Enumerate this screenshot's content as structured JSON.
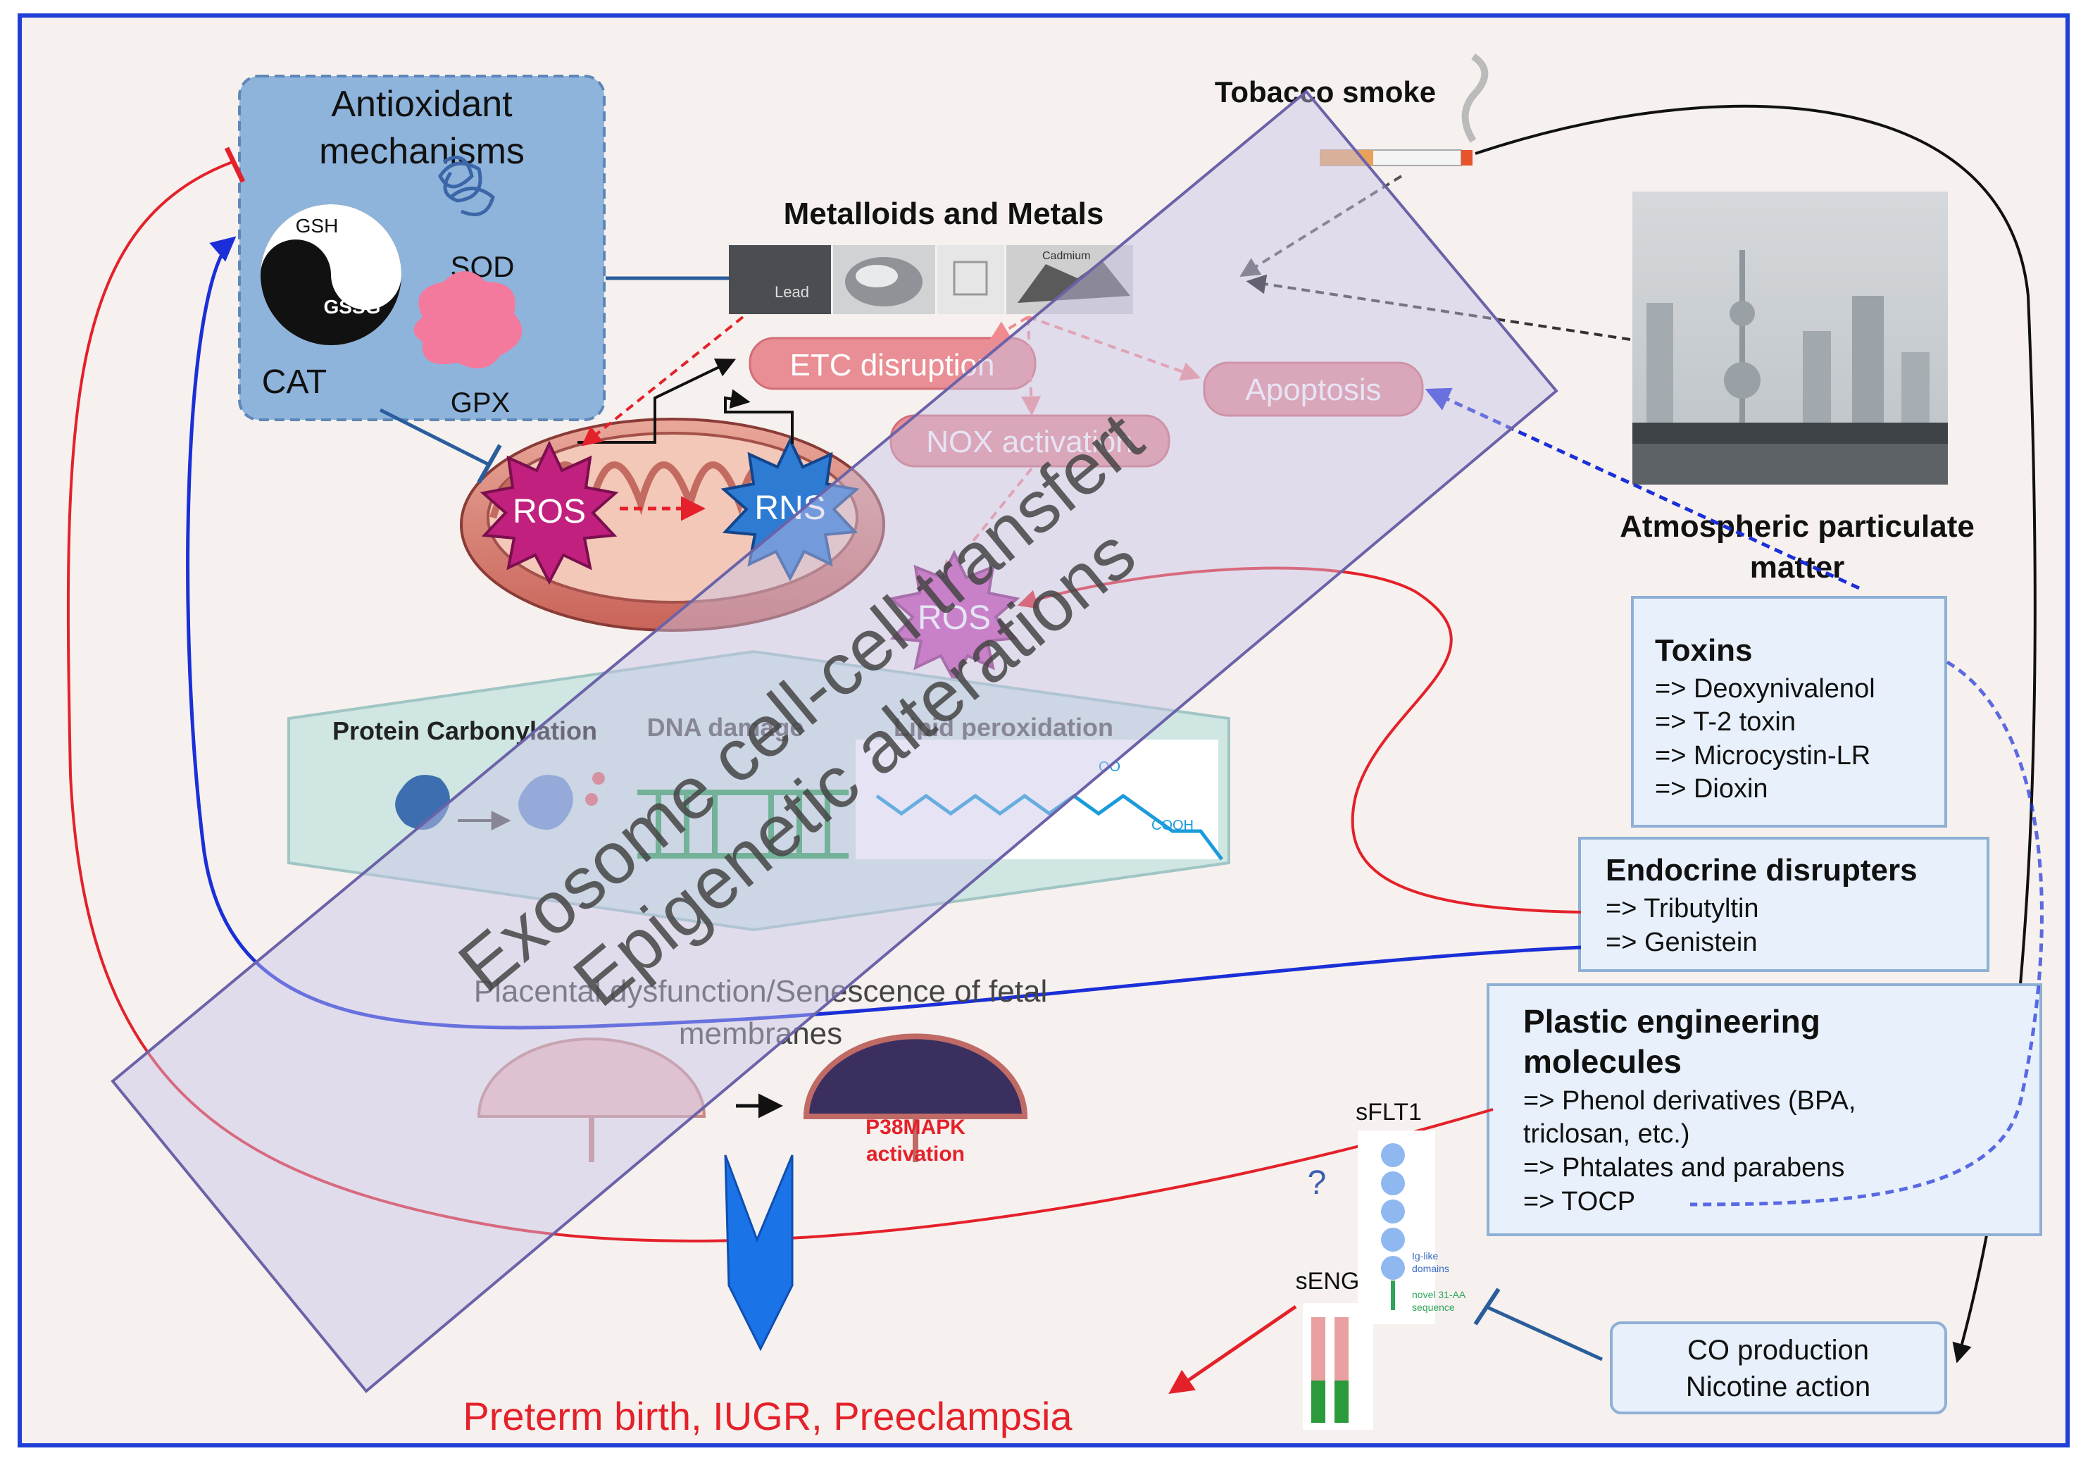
{
  "colors": {
    "frame_blue": "#1f3fd6",
    "panel_bg": "#f6f1ee",
    "antioxidant_box": "#8eb4dc",
    "pink_label": "#e98e94",
    "red_text": "#e4212a",
    "dark_red_arrow": "#d9141c",
    "blue_arrow": "#1b2fd8",
    "toxin_box": "#e8f0fb",
    "hex_bg": "#cfe6e2",
    "diag_band": "#c8c3e6"
  },
  "antioxidant": {
    "title_line1": "Antioxidant",
    "title_line2": "mechanisms",
    "gsh": "GSH",
    "gssg": "GSSG",
    "sod": "SOD",
    "cat": "CAT",
    "gpx": "GPX"
  },
  "tobacco": {
    "label": "Tobacco smoke"
  },
  "metals": {
    "title": "Metalloids and Metals",
    "lead_label": "Lead",
    "cadmium_label": "Cadmium",
    "sample_icons": [
      "lead-sample-icon",
      "mercury-sample-icon",
      "arsenic-sample-icon",
      "cadmium-sample-icon"
    ]
  },
  "boxes": {
    "etc": "ETC disruption",
    "nox": "NOX activation",
    "apoptosis": "Apoptosis"
  },
  "mito": {
    "ros": "ROS",
    "rns": "RNS"
  },
  "ros2": "ROS",
  "atmospheric": {
    "line1": "Atmospheric particulate",
    "line2": "matter"
  },
  "damage": {
    "protein": "Protein Carbonylation",
    "dna": "DNA damage",
    "lipid": "Lipid peroxidation",
    "cooh": "COOH",
    "oo": "OO"
  },
  "band": {
    "line1": "Exosome cell-cell transfert",
    "line2": "Epigenetic alterations"
  },
  "toxins": {
    "title": "Toxins",
    "items": [
      "=> Deoxynivalenol",
      "=> T-2 toxin",
      "=> Microcystin-LR",
      "=> Dioxin"
    ]
  },
  "endocrine": {
    "title": "Endocrine disrupters",
    "items": [
      "=> Tributyltin",
      "=>  Genistein"
    ]
  },
  "plastic": {
    "title_line1": "Plastic engineering",
    "title_line2": "molecules",
    "items": [
      "=> Phenol derivatives (BPA,",
      "triclosan, etc.)",
      "=>  Phtalates and parabens",
      "=> TOCP"
    ]
  },
  "placenta": {
    "line1": "Placental dysfunction/Senescence of fetal",
    "line2": "membranes",
    "p38_line1": "P38MAPK",
    "p38_line2": "activation"
  },
  "sflt1": {
    "label": "sFLT1",
    "ig_line1": "Ig-like",
    "ig_line2": "domains",
    "seq_line1": "novel 31-AA",
    "seq_line2": "sequence"
  },
  "seng": {
    "label": "sENG"
  },
  "question_mark": "?",
  "co_box": {
    "line1": "CO production",
    "line2": "Nicotine action"
  },
  "outcome": "Preterm birth, IUGR, Preeclampsia"
}
